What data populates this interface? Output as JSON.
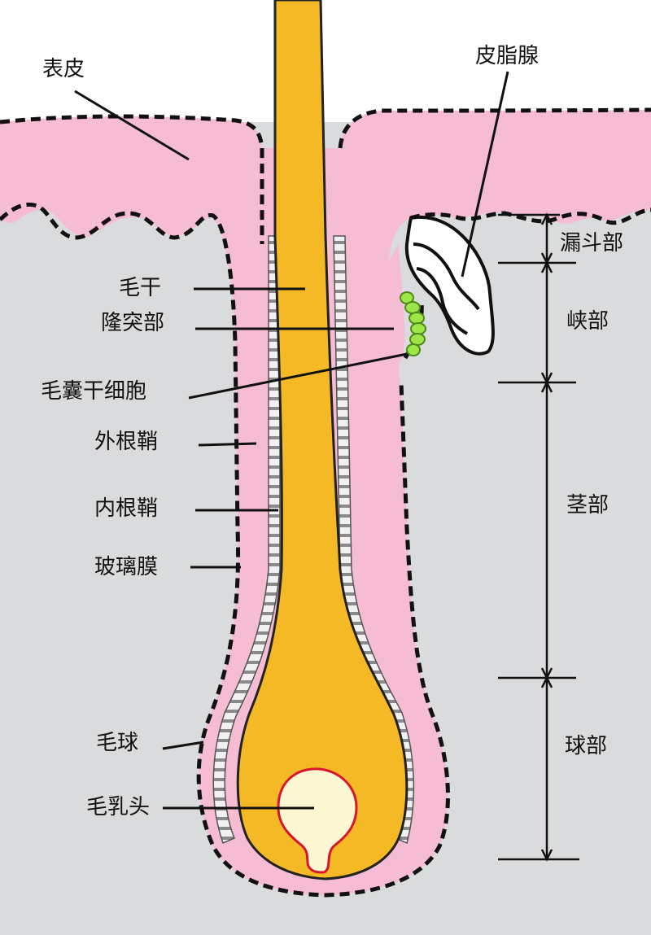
{
  "colors": {
    "background": "#d9dbdc",
    "epidermis": "#f5bcd3",
    "hair": "#f6b926",
    "papilla": "#fdf7d2",
    "bulge": "#9ee54a",
    "outline": "#111111"
  },
  "labels": {
    "epidermis": "表皮",
    "sebaceous_gland": "皮脂腺",
    "hair_shaft": "毛干",
    "bulge": "隆突部",
    "hair_follicle_stem_cells": "毛囊干细胞",
    "outer_root_sheath": "外根鞘",
    "inner_root_sheath": "内根鞘",
    "glassy_membrane": "玻璃膜",
    "hair_bulb": "毛球",
    "dermal_papilla": "毛乳头"
  },
  "segments": {
    "infundibulum": "漏斗部",
    "isthmus": "峡部",
    "stem": "茎部",
    "bulb": "球部"
  }
}
